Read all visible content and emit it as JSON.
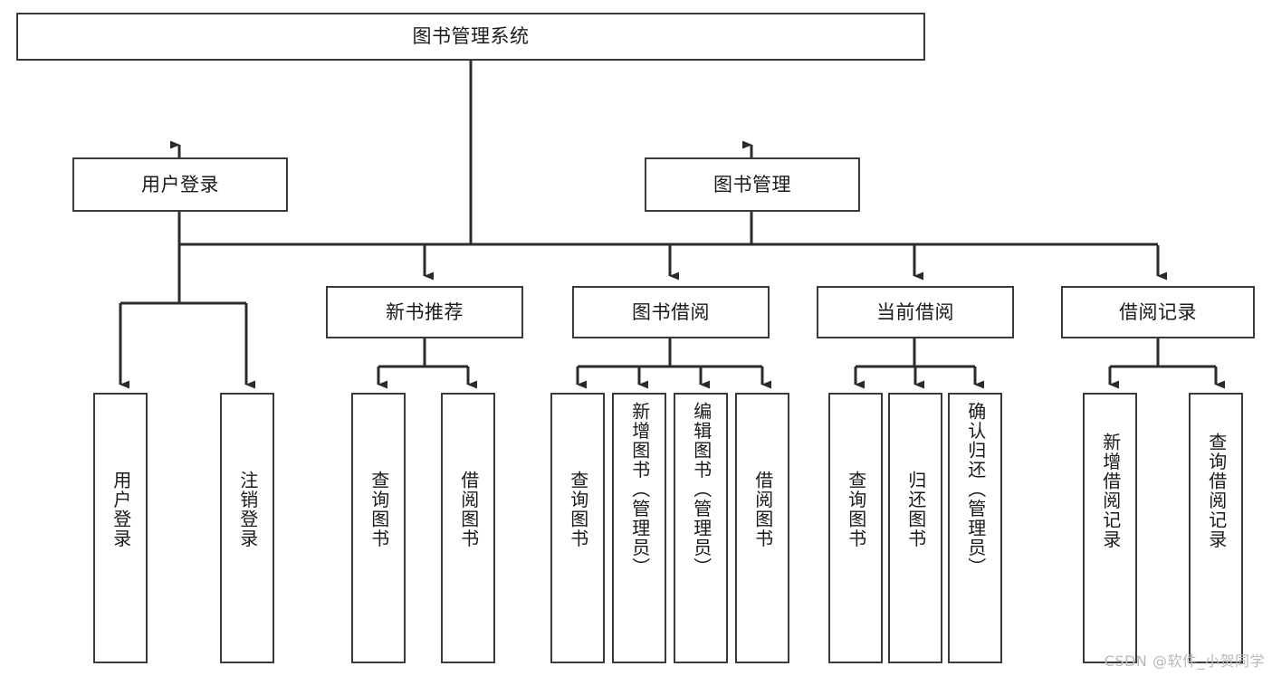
{
  "diagram": {
    "title": "图书管理系统",
    "type": "tree-hierarchy",
    "watermark": "CSDN @软件_小贺同学",
    "colors": {
      "box_border": "#3a3a3a",
      "box_fill": "#ffffff",
      "edge": "#2b2b2b",
      "text": "#1a1a1a",
      "watermark": "#b9b9b9",
      "background": "#ffffff"
    },
    "levels": {
      "root": "图书管理系统",
      "level1": [
        "用户登录",
        "图书管理"
      ],
      "level2": [
        "新书推荐",
        "图书借阅",
        "当前借阅",
        "借阅记录"
      ]
    },
    "nodes": {
      "root": {
        "label": "图书管理系统"
      },
      "user_login": {
        "label": "用户登录"
      },
      "book_manage": {
        "label": "图书管理"
      },
      "new_book_rec": {
        "label": "新书推荐"
      },
      "book_borrow": {
        "label": "图书借阅"
      },
      "current_borrow": {
        "label": "当前借阅"
      },
      "borrow_record": {
        "label": "借阅记录"
      },
      "leaf_user_login": {
        "label": "用户登录"
      },
      "leaf_logout": {
        "label": "注销登录"
      },
      "leaf_query_book_1": {
        "label": "查询图书"
      },
      "leaf_borrow_book_1": {
        "label": "借阅图书"
      },
      "leaf_query_book_2": {
        "label": "查询图书"
      },
      "leaf_add_book": {
        "label": "新增图书（管理员）"
      },
      "leaf_edit_book": {
        "label": "编辑图书（管理员）"
      },
      "leaf_borrow_book_2": {
        "label": "借阅图书"
      },
      "leaf_query_book_3": {
        "label": "查询图书"
      },
      "leaf_return_book": {
        "label": "归还图书"
      },
      "leaf_confirm_return": {
        "label": "确认归还（管理员）"
      },
      "leaf_add_record": {
        "label": "新增借阅记录"
      },
      "leaf_query_record": {
        "label": "查询借阅记录"
      }
    },
    "edges": [
      {
        "from": "root",
        "to": "user_login"
      },
      {
        "from": "root",
        "to": "book_manage"
      },
      {
        "from": "user_login",
        "to": "leaf_user_login"
      },
      {
        "from": "user_login",
        "to": "leaf_logout"
      },
      {
        "from": "book_manage",
        "to": "new_book_rec"
      },
      {
        "from": "book_manage",
        "to": "book_borrow"
      },
      {
        "from": "book_manage",
        "to": "current_borrow"
      },
      {
        "from": "book_manage",
        "to": "borrow_record"
      },
      {
        "from": "new_book_rec",
        "to": "leaf_query_book_1"
      },
      {
        "from": "new_book_rec",
        "to": "leaf_borrow_book_1"
      },
      {
        "from": "book_borrow",
        "to": "leaf_query_book_2"
      },
      {
        "from": "book_borrow",
        "to": "leaf_add_book"
      },
      {
        "from": "book_borrow",
        "to": "leaf_edit_book"
      },
      {
        "from": "book_borrow",
        "to": "leaf_borrow_book_2"
      },
      {
        "from": "current_borrow",
        "to": "leaf_query_book_3"
      },
      {
        "from": "current_borrow",
        "to": "leaf_return_book"
      },
      {
        "from": "current_borrow",
        "to": "leaf_confirm_return"
      },
      {
        "from": "borrow_record",
        "to": "leaf_add_record"
      },
      {
        "from": "borrow_record",
        "to": "leaf_query_record"
      }
    ]
  }
}
